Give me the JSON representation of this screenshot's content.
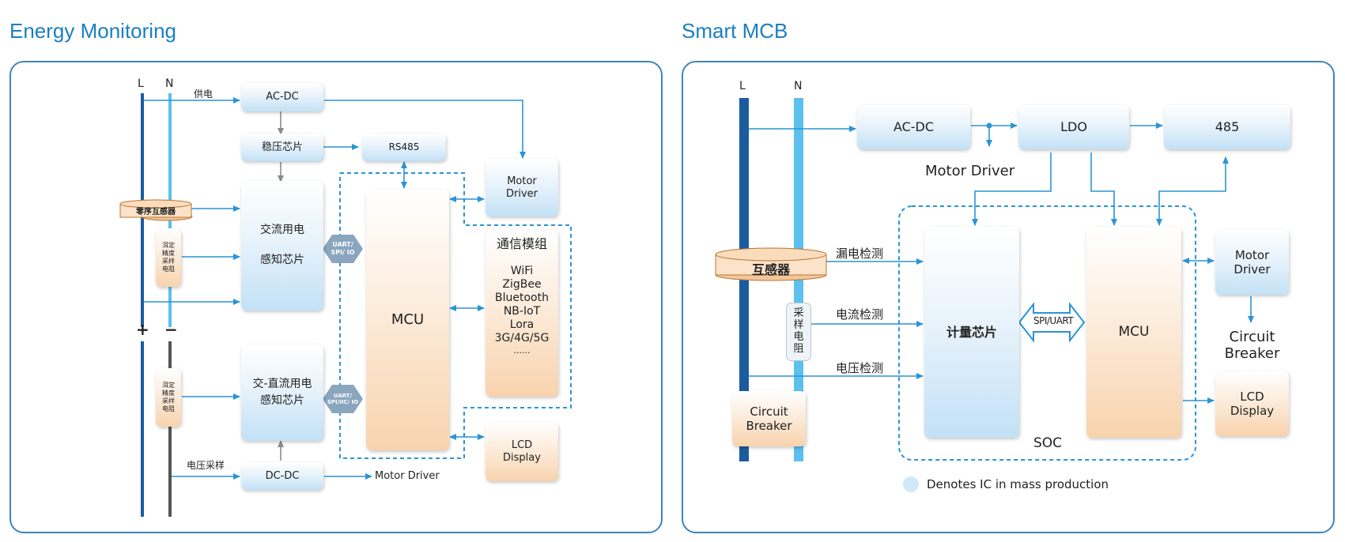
{
  "titles": {
    "left": "Energy Monitoring",
    "right": "Smart MCB"
  },
  "left": {
    "L": "L",
    "N": "N",
    "plus": "+",
    "minus": "−",
    "supply_label": "供电",
    "acdc": "AC-DC",
    "regulator": "稳压芯片",
    "rs485": "RS485",
    "motor_driver": [
      "Motor",
      "Driver"
    ],
    "zero_seq_ct": "零序互感器",
    "shunt1": [
      "洱定",
      "精度",
      "采样",
      "电阻"
    ],
    "ac_sensing": [
      "交流用电",
      "感知芯片"
    ],
    "uart1": [
      "UART/",
      "SPI/ IO"
    ],
    "mcu": "MCU",
    "comm_title": "通信模组",
    "comm_items": [
      "WiFi",
      "ZigBee",
      "Bluetooth",
      "NB-IoT",
      "Lora",
      "3G/4G/5G",
      "......"
    ],
    "shunt2": [
      "洱定",
      "精度",
      "采样",
      "电阻"
    ],
    "acdc_sensing": [
      "交-直流用电",
      "感知芯片"
    ],
    "uart2": [
      "UART/",
      "SPI/IIC/ IO"
    ],
    "lcd": [
      "LCD",
      "Display"
    ],
    "voltage_sampling": "电压采样",
    "dcdc": "DC-DC",
    "motor_driver_out": "Motor Driver"
  },
  "right": {
    "L": "L",
    "N": "N",
    "acdc": "AC-DC",
    "ldo": "LDO",
    "r485": "485",
    "motor_driver_label": "Motor Driver",
    "ct": "互感器",
    "leak_detect": "漏电检测",
    "current_detect": "电流检测",
    "voltage_detect": "电压检测",
    "shunt": [
      "采",
      "样",
      "电",
      "阻"
    ],
    "metering": "计量芯片",
    "spi_uart": "SPI/UART",
    "mcu": "MCU",
    "motor_driver": [
      "Motor",
      "Driver"
    ],
    "circuit_breaker_label": [
      "Circuit",
      "Breaker"
    ],
    "lcd": [
      "LCD",
      "Display"
    ],
    "circuit_breaker_box": [
      "Circuit",
      "Breaker"
    ],
    "soc": "SOC",
    "legend": "Denotes IC in mass production"
  },
  "colors": {
    "title": "#1a7fc1",
    "wire": "#2a94d6",
    "L_bar": "#1b5c9e",
    "N_bar": "#5bc0ee"
  }
}
